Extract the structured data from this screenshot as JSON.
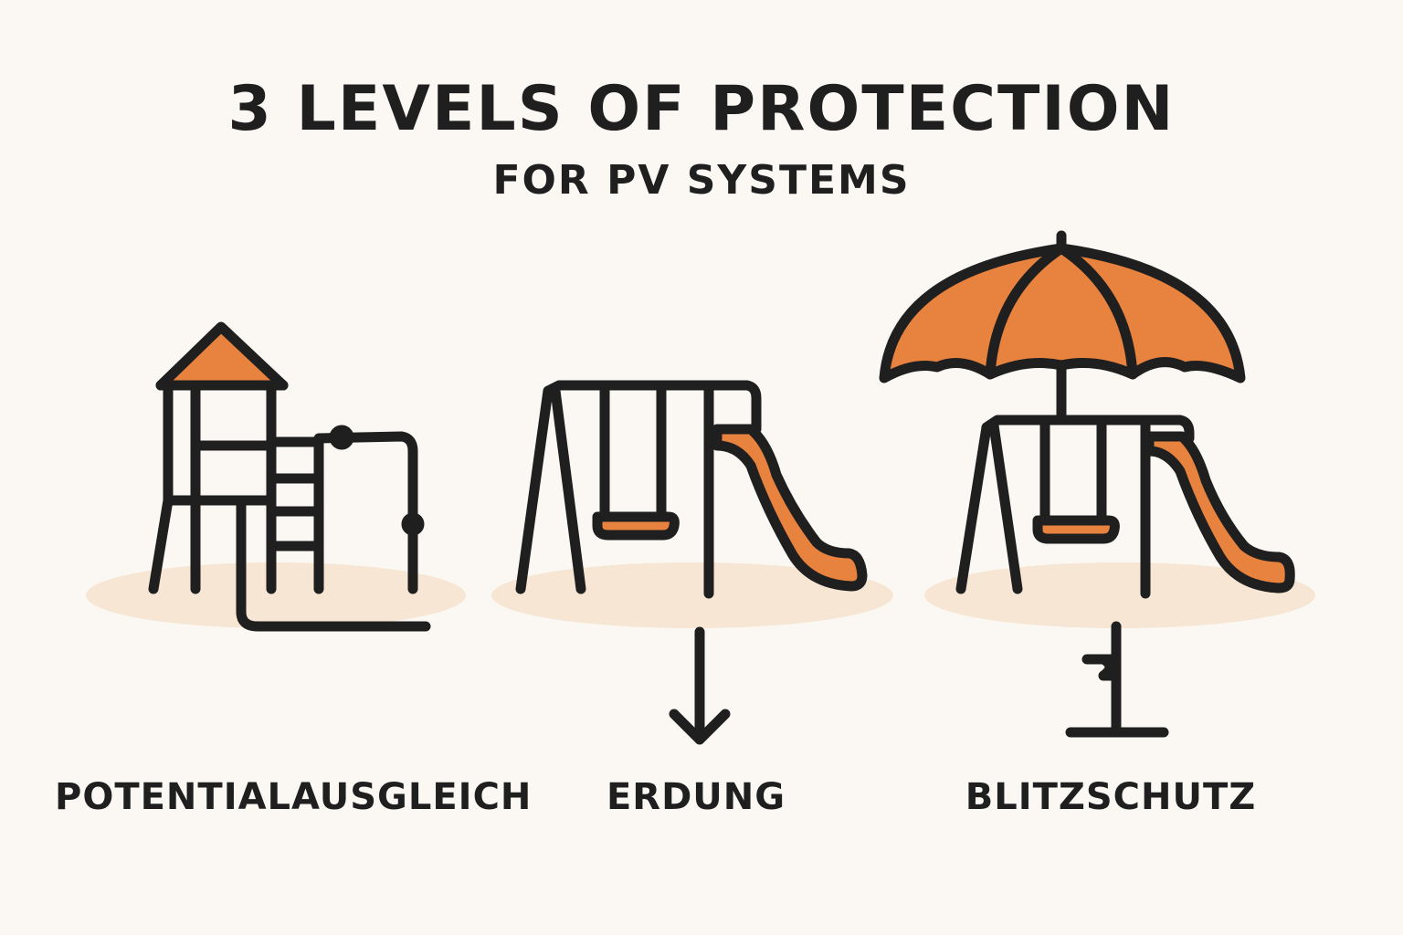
{
  "header": {
    "title": "3 LEVELS OF PROTECTION",
    "subtitle": "FOR PV SYSTEMS"
  },
  "levels": [
    {
      "label": "POTENTIALAUSGLEICH",
      "icon": "playground-tower-icon"
    },
    {
      "label": "ERDUNG",
      "icon": "swing-slide-ground-icon"
    },
    {
      "label": "BLITZSCHUTZ",
      "icon": "umbrella-swing-slide-icon"
    }
  ],
  "colors": {
    "background": "#fbf8f3",
    "accent": "#e8823f",
    "stroke": "#1f1f1f",
    "ground": "#f6e6d3"
  }
}
